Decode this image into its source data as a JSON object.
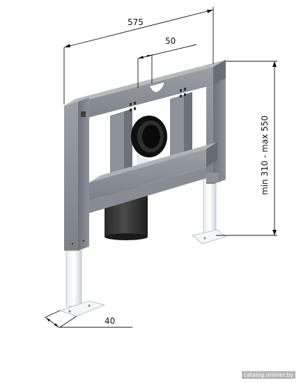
{
  "dimensions": {
    "width_total": "575",
    "opening_offset": "50",
    "height_range": "min 310 - max 550",
    "foot_depth": "40"
  },
  "watermark": "catalog.onliner.by"
}
